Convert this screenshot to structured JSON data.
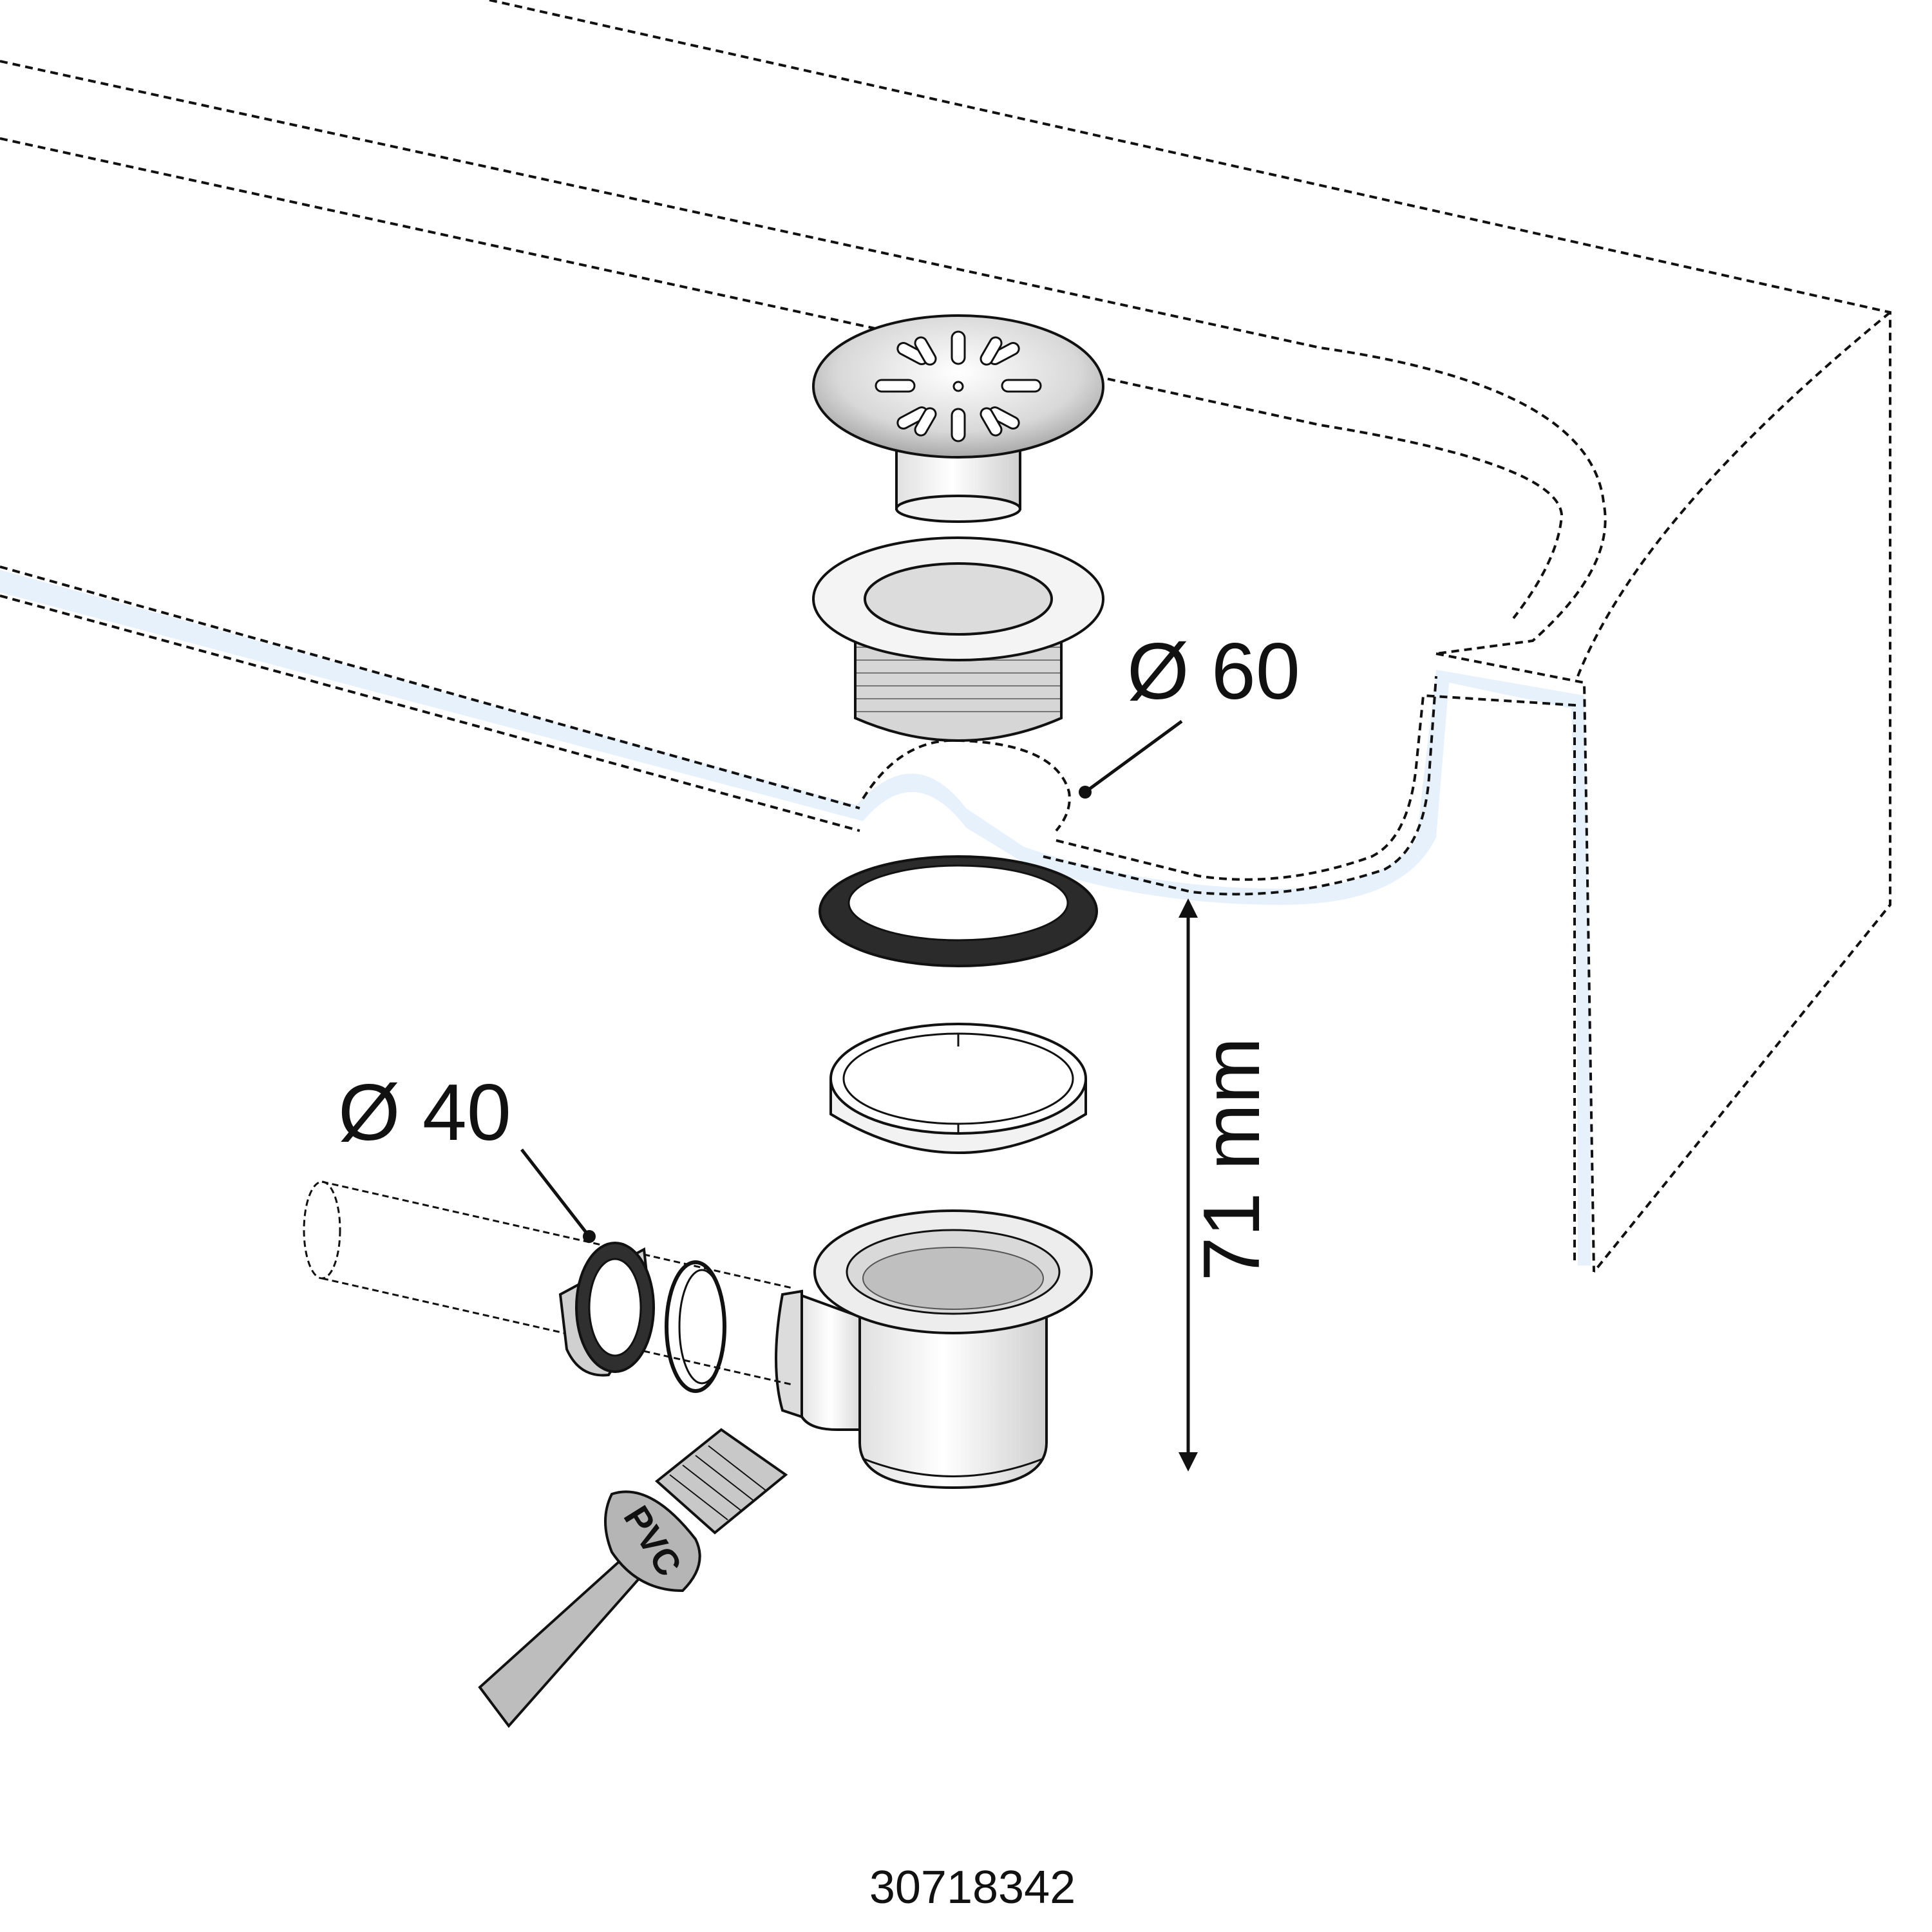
{
  "labels": {
    "drain_diameter": "Ø 60",
    "pipe_diameter": "Ø 40",
    "height": "71 mm",
    "brush_text": "PVC",
    "reference_code": "30718342"
  },
  "colors": {
    "line": "#111111",
    "tray_edge": "#e6f1fb",
    "metal": "#d9d9d9",
    "gasket": "#2b2b2b",
    "brush": "#bdbdbd"
  }
}
